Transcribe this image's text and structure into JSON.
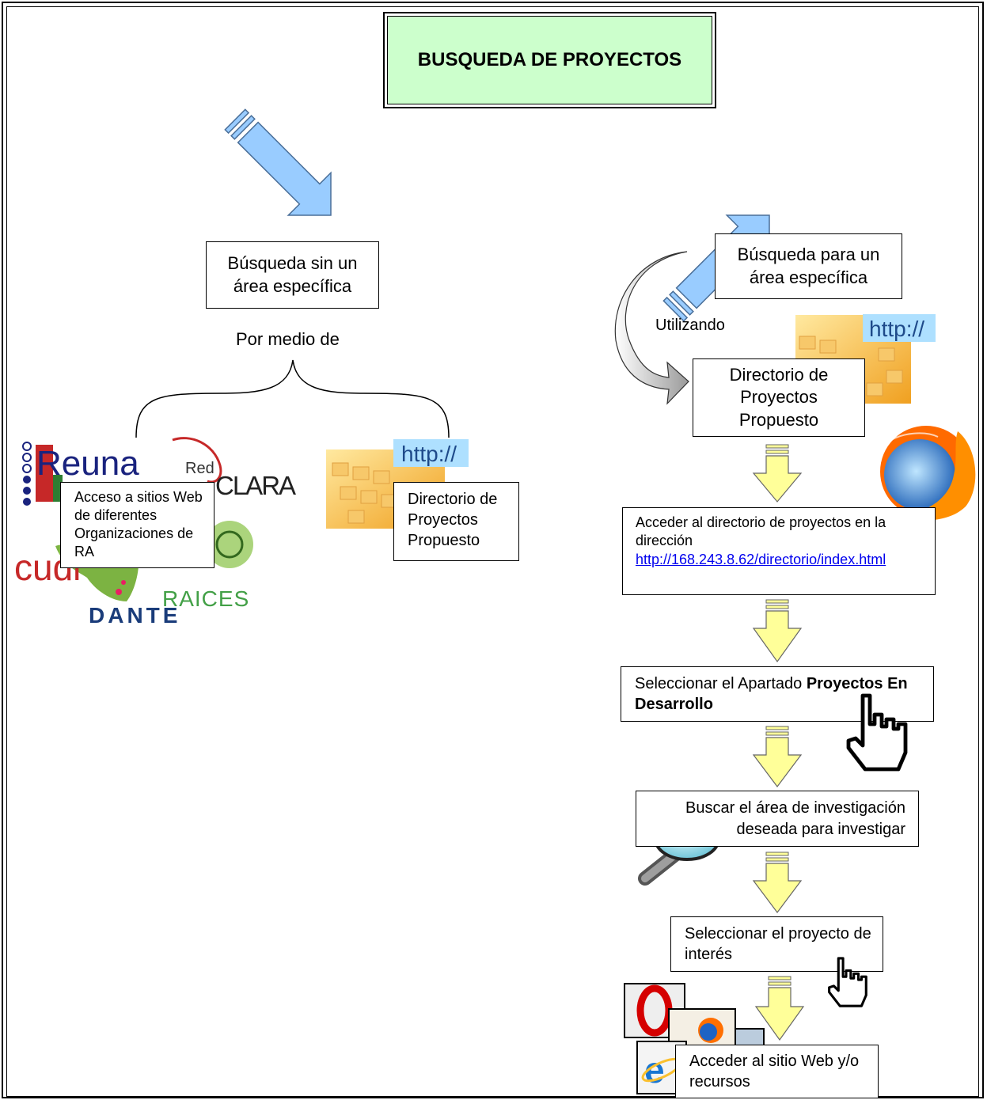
{
  "title": "BUSQUEDA DE PROYECTOS",
  "left": {
    "box_label": "Búsqueda sin un área específica",
    "connector": "Por medio de",
    "orgs_box": "Acceso a sitios Web de diferentes Organizaciones de RA",
    "directory_box": "Directorio de Proyectos Propuesto",
    "logos": {
      "reuna": "Reuna",
      "red": "Red",
      "clara": "CLARA",
      "cudi": "cudi",
      "raices": "RAICES",
      "dante": "DANTE",
      "http": "http://"
    }
  },
  "right": {
    "box_label": "Búsqueda para un área específica",
    "connector": "Utilizando",
    "directory_box": "Directorio de Proyectos Propuesto",
    "http": "http://",
    "step1_text": "Acceder al directorio de proyectos en la dirección",
    "step1_link": "http://168.243.8.62/directorio/index.html",
    "step2_text": "Seleccionar el Apartado ",
    "step2_bold": "Proyectos En Desarrollo",
    "step3_line1": "Buscar el área de investigación",
    "step3_line2": "deseada para investigar",
    "step4_text": "Seleccionar el proyecto de interés",
    "step5_text": "Acceder al sitio Web y/o recursos"
  },
  "colors": {
    "title_fill": "#ccffcc",
    "blue_arrow": "#99ccff",
    "yellow_arrow": "#ffff99",
    "link": "#0000ee"
  },
  "icons": [
    "firefox-icon",
    "hand-cursor-icon",
    "magnifier-icon",
    "opera-icon",
    "internet-explorer-icon",
    "keyboard-http-icon"
  ]
}
